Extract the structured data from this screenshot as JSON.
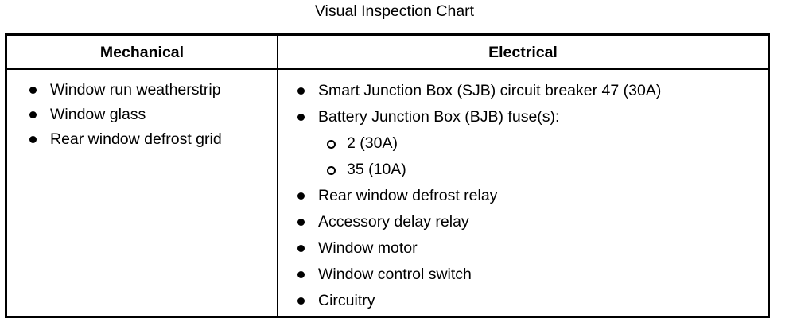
{
  "document": {
    "title": "Visual Inspection Chart"
  },
  "table": {
    "columns": [
      {
        "header": "Mechanical"
      },
      {
        "header": "Electrical"
      }
    ],
    "mechanical": {
      "items": [
        {
          "label": "Window run weatherstrip"
        },
        {
          "label": "Window glass"
        },
        {
          "label": "Rear window defrost grid"
        }
      ]
    },
    "electrical": {
      "items": [
        {
          "label": "Smart Junction Box (SJB) circuit breaker 47 (30A)"
        },
        {
          "label": "Battery Junction Box (BJB) fuse(s):",
          "subitems": [
            {
              "label": "2 (30A)"
            },
            {
              "label": "35 (10A)"
            }
          ]
        },
        {
          "label": "Rear window defrost relay"
        },
        {
          "label": "Accessory delay relay"
        },
        {
          "label": "Window motor"
        },
        {
          "label": "Window control switch"
        },
        {
          "label": "Circuitry"
        }
      ]
    }
  },
  "style": {
    "ink": "#000000",
    "paper": "#ffffff"
  }
}
